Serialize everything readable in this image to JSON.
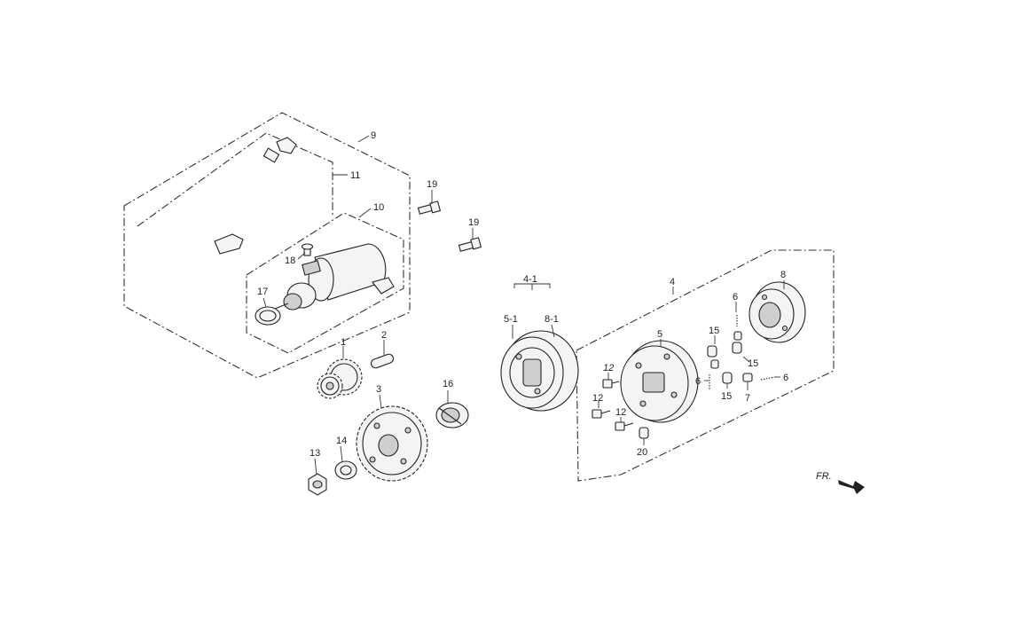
{
  "callouts": {
    "c9": "9",
    "c11": "11",
    "c10": "10",
    "c19a": "19",
    "c19b": "19",
    "c18": "18",
    "c17": "17",
    "c1": "1",
    "c2": "2",
    "c3": "3",
    "c16": "16",
    "c13": "13",
    "c14": "14",
    "c4_1": "4-1",
    "c5_1": "5-1",
    "c8_1": "8-1",
    "c4": "4",
    "c8": "8",
    "c6a": "6",
    "c5": "5",
    "c15a": "15",
    "c15b": "15",
    "c12a": "12",
    "c6b": "6",
    "c6c": "6",
    "c15c": "15",
    "c7": "7",
    "c12b": "12",
    "c12c": "12",
    "c20": "20"
  },
  "direction": {
    "label": "FR.",
    "arrow": "right-arrow-icon"
  }
}
